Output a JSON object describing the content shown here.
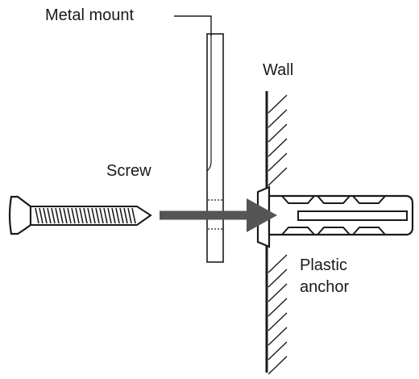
{
  "labels": {
    "metal_mount": "Metal mount",
    "wall": "Wall",
    "screw": "Screw",
    "plastic_anchor_line1": "Plastic",
    "plastic_anchor_line2": "anchor"
  },
  "colors": {
    "line": "#1a1a1a",
    "arrow": "#555555",
    "background": "#ffffff"
  }
}
